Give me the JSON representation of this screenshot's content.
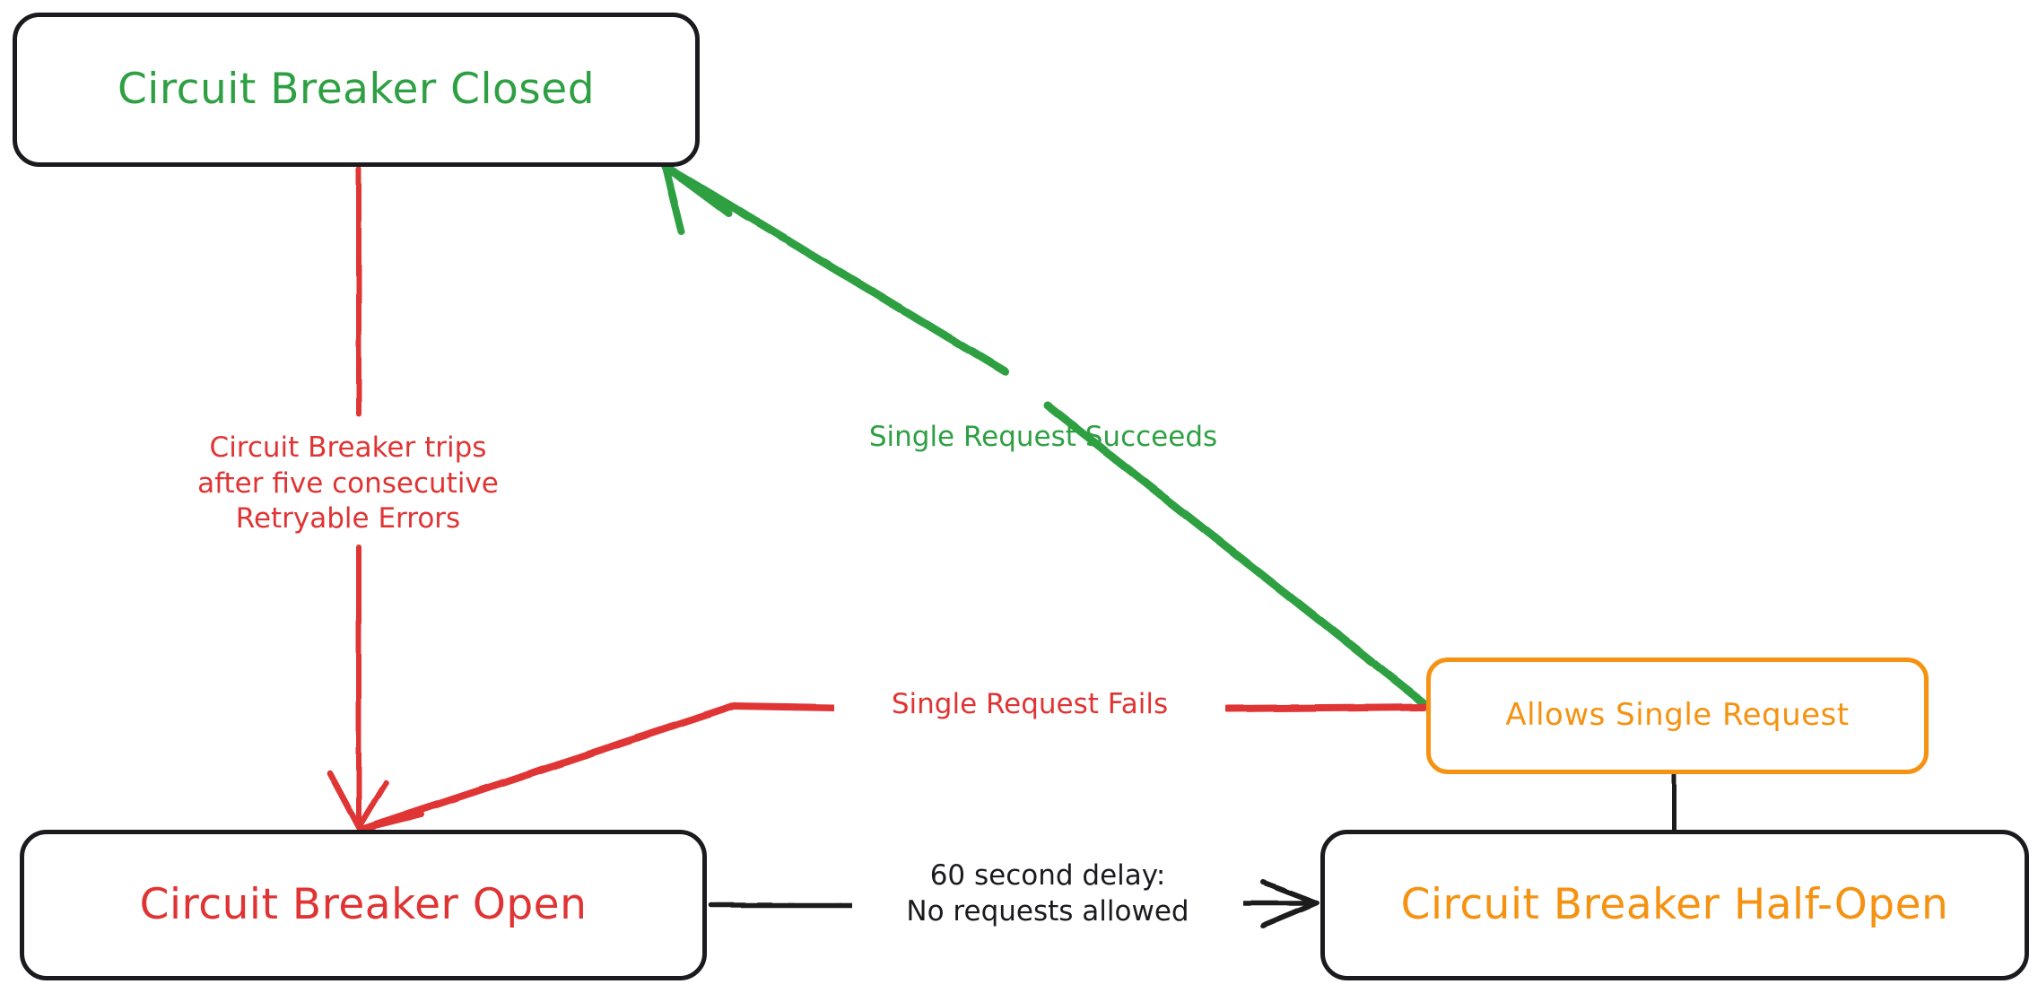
{
  "diagram": {
    "title": "Circuit Breaker State Diagram",
    "type": "state-machine",
    "background": "#ffffff",
    "colors": {
      "green": "#2ea043",
      "red": "#e03434",
      "orange": "#f59211",
      "black": "#1b1b1f",
      "white": "#ffffff"
    }
  },
  "nodes": [
    {
      "id": "closed",
      "label": "Circuit Breaker Closed",
      "text_color": "#2ea043",
      "border_color": "#1b1b1f",
      "shape": "rounded-rectangle"
    },
    {
      "id": "open",
      "label": "Circuit Breaker Open",
      "text_color": "#e03434",
      "border_color": "#1b1b1f",
      "shape": "rounded-rectangle"
    },
    {
      "id": "half_open",
      "label": "Circuit Breaker Half-Open",
      "text_color": "#f59211",
      "border_color": "#1b1b1f",
      "shape": "rounded-rectangle"
    },
    {
      "id": "allows_single_request",
      "label": "Allows Single Request",
      "text_color": "#f59211",
      "border_color": "#f59211",
      "shape": "rounded-rectangle"
    }
  ],
  "edges": [
    {
      "id": "closed-to-open",
      "from": "closed",
      "to": "open",
      "color": "#e03434",
      "arrow": true,
      "label_lines": [
        "Circuit Breaker trips",
        "after five consecutive",
        "Retryable Errors"
      ]
    },
    {
      "id": "allows-to-closed",
      "from": "allows_single_request",
      "to": "closed",
      "color": "#2ea043",
      "arrow": true,
      "label_lines": [
        "Single Request Succeeds"
      ]
    },
    {
      "id": "allows-to-open",
      "from": "allows_single_request",
      "to": "open",
      "color": "#e03434",
      "arrow": true,
      "label_lines": [
        "Single Request Fails"
      ]
    },
    {
      "id": "open-to-halfopen",
      "from": "open",
      "to": "half_open",
      "color": "#1b1b1f",
      "arrow": true,
      "label_lines": [
        "60 second delay:",
        "No requests allowed"
      ]
    },
    {
      "id": "allows-to-halfopen",
      "from": "allows_single_request",
      "to": "half_open",
      "color": "#1b1b1f",
      "arrow": false,
      "label_lines": []
    }
  ],
  "labels": {
    "trips": {
      "line1": "Circuit Breaker trips",
      "line2": "after five consecutive",
      "line3": "Retryable Errors"
    },
    "succeeds": {
      "line1": "Single Request Succeeds"
    },
    "fails": {
      "line1": "Single Request Fails"
    },
    "delay": {
      "line1": "60 second delay:",
      "line2": "No requests allowed"
    }
  }
}
